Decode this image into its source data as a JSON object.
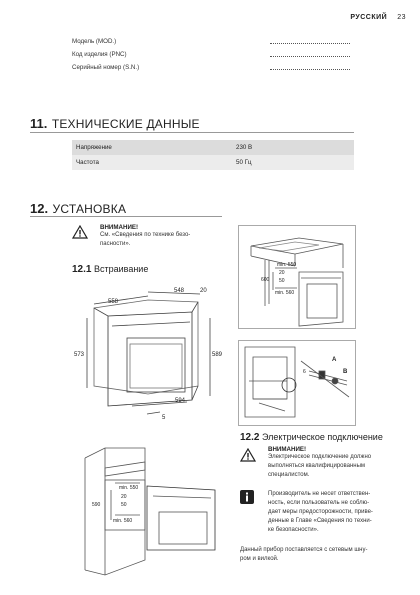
{
  "header": {
    "language": "РУССКИЙ",
    "page": "23"
  },
  "registration": [
    {
      "label": "Модель (MOD.)"
    },
    {
      "label": "Код изделия (PNC)"
    },
    {
      "label": "Серийный номер (S.N.)"
    }
  ],
  "section11": {
    "num": "11.",
    "title": "ТЕХНИЧЕСКИЕ ДАННЫЕ",
    "rows": [
      {
        "label": "Напряжение",
        "value": "230 В"
      },
      {
        "label": "Частота",
        "value": "50 Гц"
      }
    ]
  },
  "section12": {
    "num": "12.",
    "title": "УСТАНОВКА",
    "warning_title": "ВНИМАНИЕ!",
    "warning_text1": "См. «Сведения по технике безо-",
    "warning_text2": "пасности».",
    "sub1_num": "12.1",
    "sub1_title": "Встраивание",
    "sub2_num": "12.2",
    "sub2_title": "Электрическое подключение",
    "elec_warning_title": "ВНИМАНИЕ!",
    "elec_warning_lines": [
      "Электрическое подключение должно",
      "выполняться квалифицированным",
      "специалистом."
    ],
    "info_lines": [
      "Производитель не несет ответствен-",
      "ность, если пользователь не соблю-",
      "дает меры предосторожности, приве-",
      "денные в Главе «Сведения по техни-",
      "ке безопасности»."
    ],
    "cable_lines": [
      "Данный прибор поставляется с сетевым шну-",
      "ром и вилкой."
    ]
  },
  "diagrams": {
    "main": {
      "d558": "558",
      "d548": "548",
      "d20": "20",
      "d573": "573",
      "d589": "589",
      "d594": "594",
      "d5": "5"
    },
    "top_right": {
      "min550": "min. 550",
      "d20": "20",
      "d600": "600",
      "d50": "50",
      "min560": "min. 560"
    },
    "mid_right": {
      "A": "A",
      "B": "B",
      "d6": "6"
    },
    "bottom_left": {
      "min550": "min. 550",
      "d20": "20",
      "d590": "590",
      "d50": "50",
      "min560": "min. 560"
    }
  },
  "colors": {
    "panel_bg": "#dcdcdc",
    "panel_bg2": "#ececec",
    "line": "#555555"
  }
}
